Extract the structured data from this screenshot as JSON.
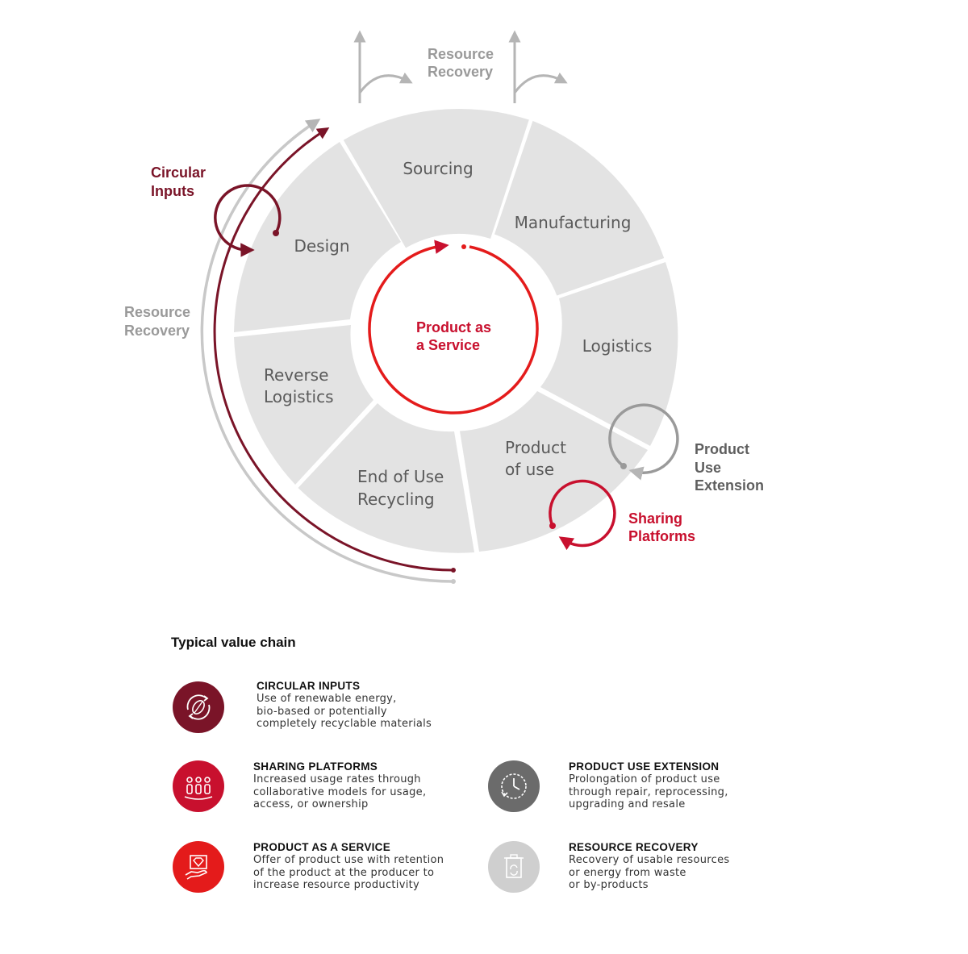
{
  "diagram": {
    "center_label": [
      "Product as",
      "a Service"
    ],
    "segments": {
      "sourcing": [
        "Sourcing"
      ],
      "manufacturing": [
        "Manufacturing"
      ],
      "logistics": [
        "Logistics"
      ],
      "product_of_use": [
        "Product",
        "of use"
      ],
      "end_of_use": [
        "End of Use",
        "Recycling"
      ],
      "reverse_logistics": [
        "Reverse",
        "Logistics"
      ],
      "design": [
        "Design"
      ]
    },
    "callouts": {
      "top_recovery": [
        "Resource",
        "Recovery"
      ],
      "circular_inputs": [
        "Circular",
        "Inputs"
      ],
      "left_recovery": [
        "Resource",
        "Recovery"
      ],
      "product_use_extension": [
        "Product",
        "Use",
        "Extension"
      ],
      "sharing_platforms": [
        "Sharing",
        "Platforms"
      ]
    }
  },
  "legend": {
    "title": "Typical value chain",
    "items": [
      {
        "heading": "CIRCULAR INPUTS",
        "description": [
          "Use of renewable energy,",
          "bio-based or potentially",
          "completely recyclable materials"
        ],
        "icon": "leaf-cycle-icon",
        "color": "#7a1428"
      },
      {
        "heading": "SHARING PLATFORMS",
        "description": [
          "Increased usage rates through",
          "collaborative models for usage,",
          "access, or ownership"
        ],
        "icon": "people-icon",
        "color": "#c8102e"
      },
      {
        "heading": "PRODUCT USE EXTENSION",
        "description": [
          "Prolongation of product use",
          "through repair, reprocessing,",
          "upgrading and resale"
        ],
        "icon": "clock-icon",
        "color": "#6b6b6b"
      },
      {
        "heading": "PRODUCT AS A SERVICE",
        "description": [
          "Offer of product use with retention",
          "of the product at the producer to",
          "increase resource productivity"
        ],
        "icon": "hand-gem-icon",
        "color": "#e41b1b"
      },
      {
        "heading": "RESOURCE RECOVERY",
        "description": [
          "Recovery of usable resources",
          "or energy from waste",
          "or by-products"
        ],
        "icon": "recycle-bin-icon",
        "color": "#cfcfcf"
      }
    ]
  }
}
